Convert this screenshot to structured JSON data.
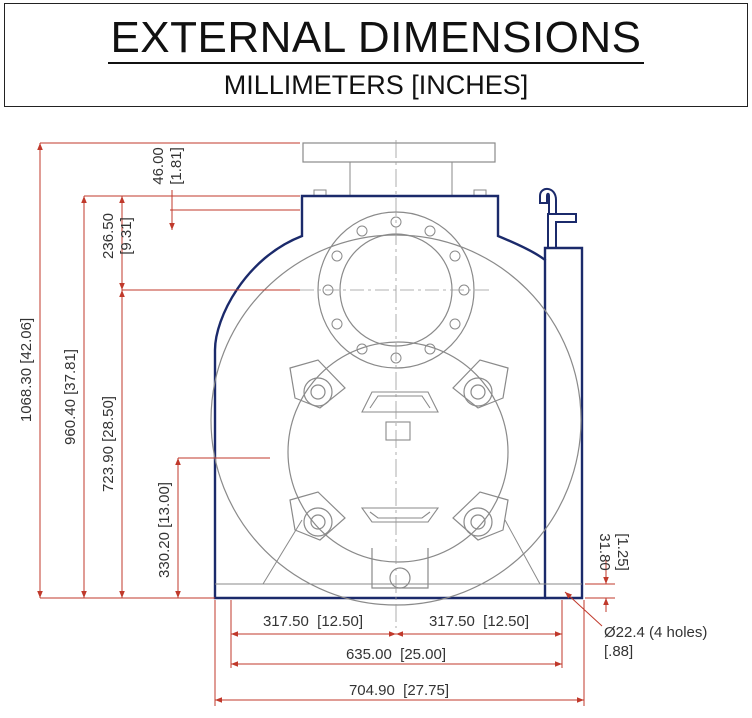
{
  "header": {
    "title": "EXTERNAL DIMENSIONS",
    "subtitle": "MILLIMETERS [INCHES]"
  },
  "dimensions": {
    "overall_height": "1068.30 [42.06]",
    "inlet_height": "960.40 [37.81]",
    "center_height": "723.90 [28.50]",
    "lower_height": "330.20 [13.00]",
    "top_flange_mm": "46.00",
    "top_flange_in": "[1.81]",
    "upper_offset_mm": "236.50",
    "upper_offset_in": "[9.31]",
    "base_thickness_mm": "31.80",
    "base_thickness_in": "[1.25]",
    "half_left": "317.50  [12.50]",
    "half_right": "317.50  [12.50]",
    "hole_spacing": "635.00  [25.00]",
    "overall_width": "704.90  [27.75]",
    "holes_callout": "Ø22.4 (4 holes)",
    "holes_callout_in": "[.88]"
  },
  "colors": {
    "outline": "#1b2a6b",
    "detail": "#6e6e6e",
    "dimension": "#c0392b",
    "text": "#333333"
  }
}
